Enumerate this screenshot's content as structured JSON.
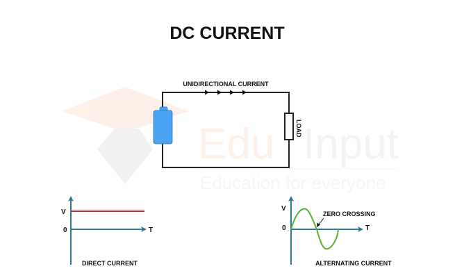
{
  "title": "DC CURRENT",
  "watermark": {
    "brand_part1": "Edu",
    "brand_part2": "Input",
    "tagline": "Education for everyone"
  },
  "circuit": {
    "current_label": "UNIDIRECTIONAL CURRENT",
    "load_label": "LOAD"
  },
  "dc_graph": {
    "y_label": "V",
    "origin_label": "0",
    "x_label": "T",
    "caption": "DIRECT CURRENT"
  },
  "ac_graph": {
    "y_label": "V",
    "origin_label": "0",
    "x_label": "T",
    "annotation": "ZERO CROSSING",
    "caption": "ALTERNATING CURRENT"
  },
  "colors": {
    "battery": "#4aa3f5",
    "dc_line": "#ee2222",
    "ac_wave": "#5ab031",
    "axis": "#2b7a99",
    "wire": "#222222"
  }
}
